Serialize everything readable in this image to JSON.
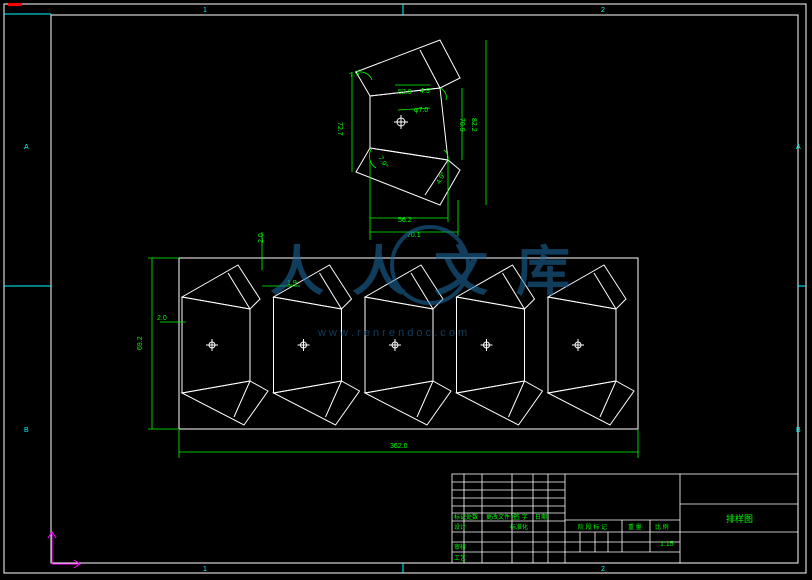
{
  "border": {
    "zones_top": [
      "1",
      "2"
    ],
    "zones_bottom": [
      "1",
      "2"
    ],
    "zones_left": [
      "A",
      "B"
    ],
    "zones_right": [
      "A",
      "B"
    ]
  },
  "top_view": {
    "dims": {
      "width_inner": "56.2",
      "width_outer": "70.1",
      "height_left": "72.7",
      "height_right_a": "70.9",
      "height_right_b": "82.2",
      "angle_top_left": "7.9°",
      "angle_top_right": "4.9°",
      "angle_bottom_left": "7.9°",
      "angle_bottom_right": "4.9°",
      "chord_top": "52.9",
      "hole": "φ7.0"
    }
  },
  "nest_view": {
    "dims": {
      "overall_width": "362.0",
      "overall_height": "69.2",
      "offset_top": "2.0",
      "offset_left": "2.0",
      "gap": "1.9"
    }
  },
  "watermark": {
    "text": "人人文库",
    "url": "w w w . r e n r e n d o c . c o m"
  },
  "title_block": {
    "drawing_name": "排样图",
    "scale": "1:15",
    "row_labels": [
      "标记",
      "处数",
      "更改文件号",
      "签 字",
      "日期"
    ],
    "role_labels": [
      "设计",
      "审核",
      "工艺"
    ],
    "stage_labels": [
      "阶 段 标 记",
      "重 量",
      "比 例"
    ],
    "std_label": "标准化"
  },
  "colors": {
    "background": "#000000",
    "geometry": "#ffffff",
    "dimension": "#00ff00",
    "frame": "#00ffff",
    "watermark": "#1f6fa8",
    "axis": "#ff00ff",
    "title_text": "#00ff00"
  }
}
